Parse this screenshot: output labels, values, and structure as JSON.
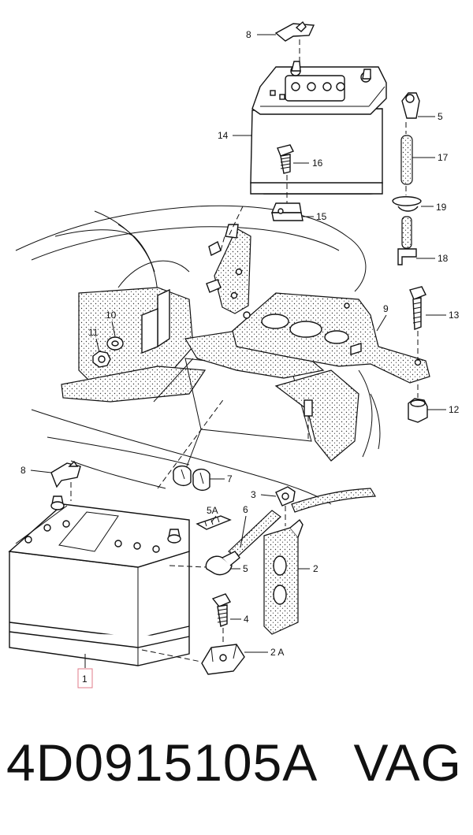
{
  "diagram": {
    "callouts": {
      "c1": "1",
      "c2": "2",
      "c2a": "2 A",
      "c3": "3",
      "c4": "4",
      "c5_bottom": "5",
      "c5_top": "5",
      "c5a": "5A",
      "c6": "6",
      "c7": "7",
      "c8_bottom": "8",
      "c8_top": "8",
      "c9": "9",
      "c10": "10",
      "c11": "11",
      "c12": "12",
      "c13": "13",
      "c14": "14",
      "c15": "15",
      "c16": "16",
      "c17": "17",
      "c18": "18",
      "c19": "19"
    },
    "highlight_color": "#e07b8a"
  },
  "footer": {
    "part_number": "4D0915105A",
    "brand": "VAG"
  }
}
